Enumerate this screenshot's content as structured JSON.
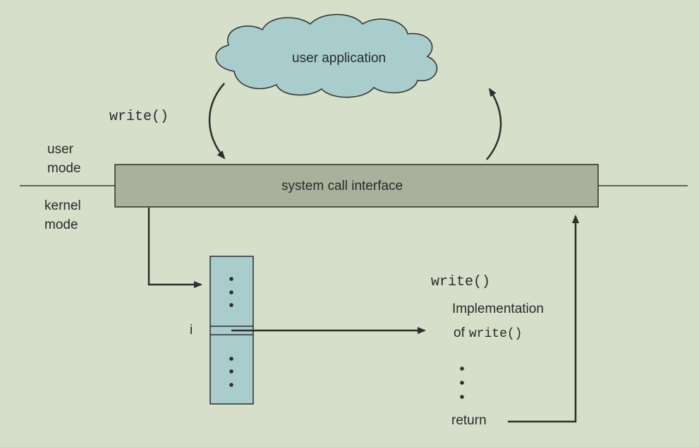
{
  "diagram": {
    "cloud_label": "user application",
    "write_call_label": "write()",
    "user_mode_label_line1": "user",
    "user_mode_label_line2": "mode",
    "kernel_mode_label_line1": "kernel",
    "kernel_mode_label_line2": "mode",
    "interface_label": "system call interface",
    "table_index_label": "i",
    "impl_write_label": "write()",
    "impl_label_line1": "Implementation",
    "impl_label_of": "of",
    "impl_label_write": "write()",
    "return_label": "return"
  },
  "colors": {
    "background": "#d6dfca",
    "cloud_fill": "#a9cdcc",
    "interface_fill": "#a9b19d",
    "table_fill": "#a9cdcc",
    "stroke": "#2e2e2e"
  }
}
